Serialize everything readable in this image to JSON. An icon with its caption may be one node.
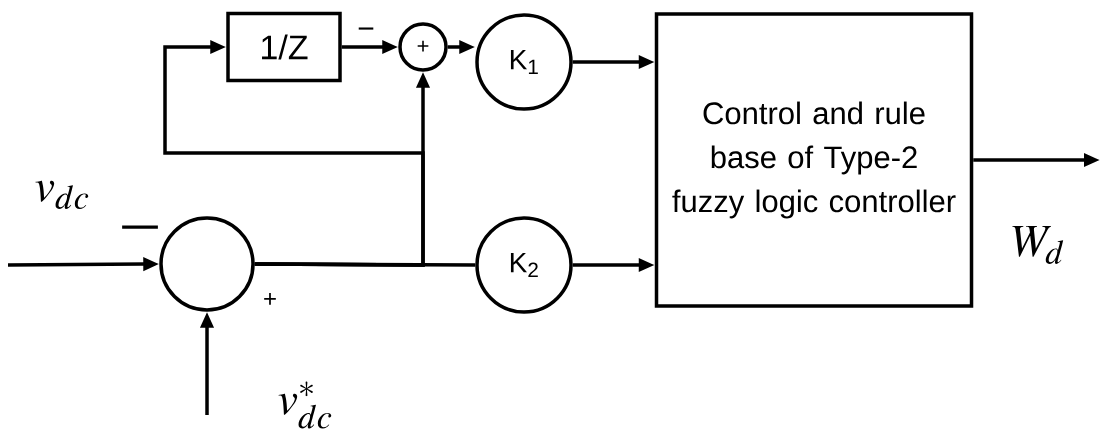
{
  "diagram": {
    "nodes": [
      {
        "text": [],
        "shape": "circle",
        "beside": [
          "+"
        ]
      },
      {
        "text": [
          "1/Z"
        ]
      },
      {
        "text": [
          "+"
        ]
      },
      {
        "text": [
          "K$_{1}$"
        ]
      },
      {
        "text": [
          "K$_{2}$"
        ]
      },
      {
        "text": [
          "Control and rule base of Type-2 fuzzy logic controller"
        ]
      }
    ],
    "edges": [
      {
        "from": null,
        "to": 0,
        "arrow": "to"
      },
      {
        "from": null,
        "to": 0,
        "arrow": "to"
      },
      {
        "from": 0,
        "to": 4,
        "arrow": "none"
      },
      {
        "from": 0,
        "to": 2,
        "arrow": "to"
      },
      {
        "from": 0,
        "to": 1,
        "arrow": "to"
      },
      {
        "from": 1,
        "to": 2,
        "arrow": "to"
      },
      {
        "from": 2,
        "to": 3,
        "arrow": "to"
      },
      {
        "from": 3,
        "to": 5,
        "arrow": "to"
      },
      {
        "from": 4,
        "to": 5,
        "arrow": "to"
      },
      {
        "from": 5,
        "to": null,
        "arrow": "to"
      }
    ],
    "labels": [
      "−",
      "v_{dc}",
      "−",
      "W_{d}",
      "v_{dc}^{*}"
    ]
  }
}
